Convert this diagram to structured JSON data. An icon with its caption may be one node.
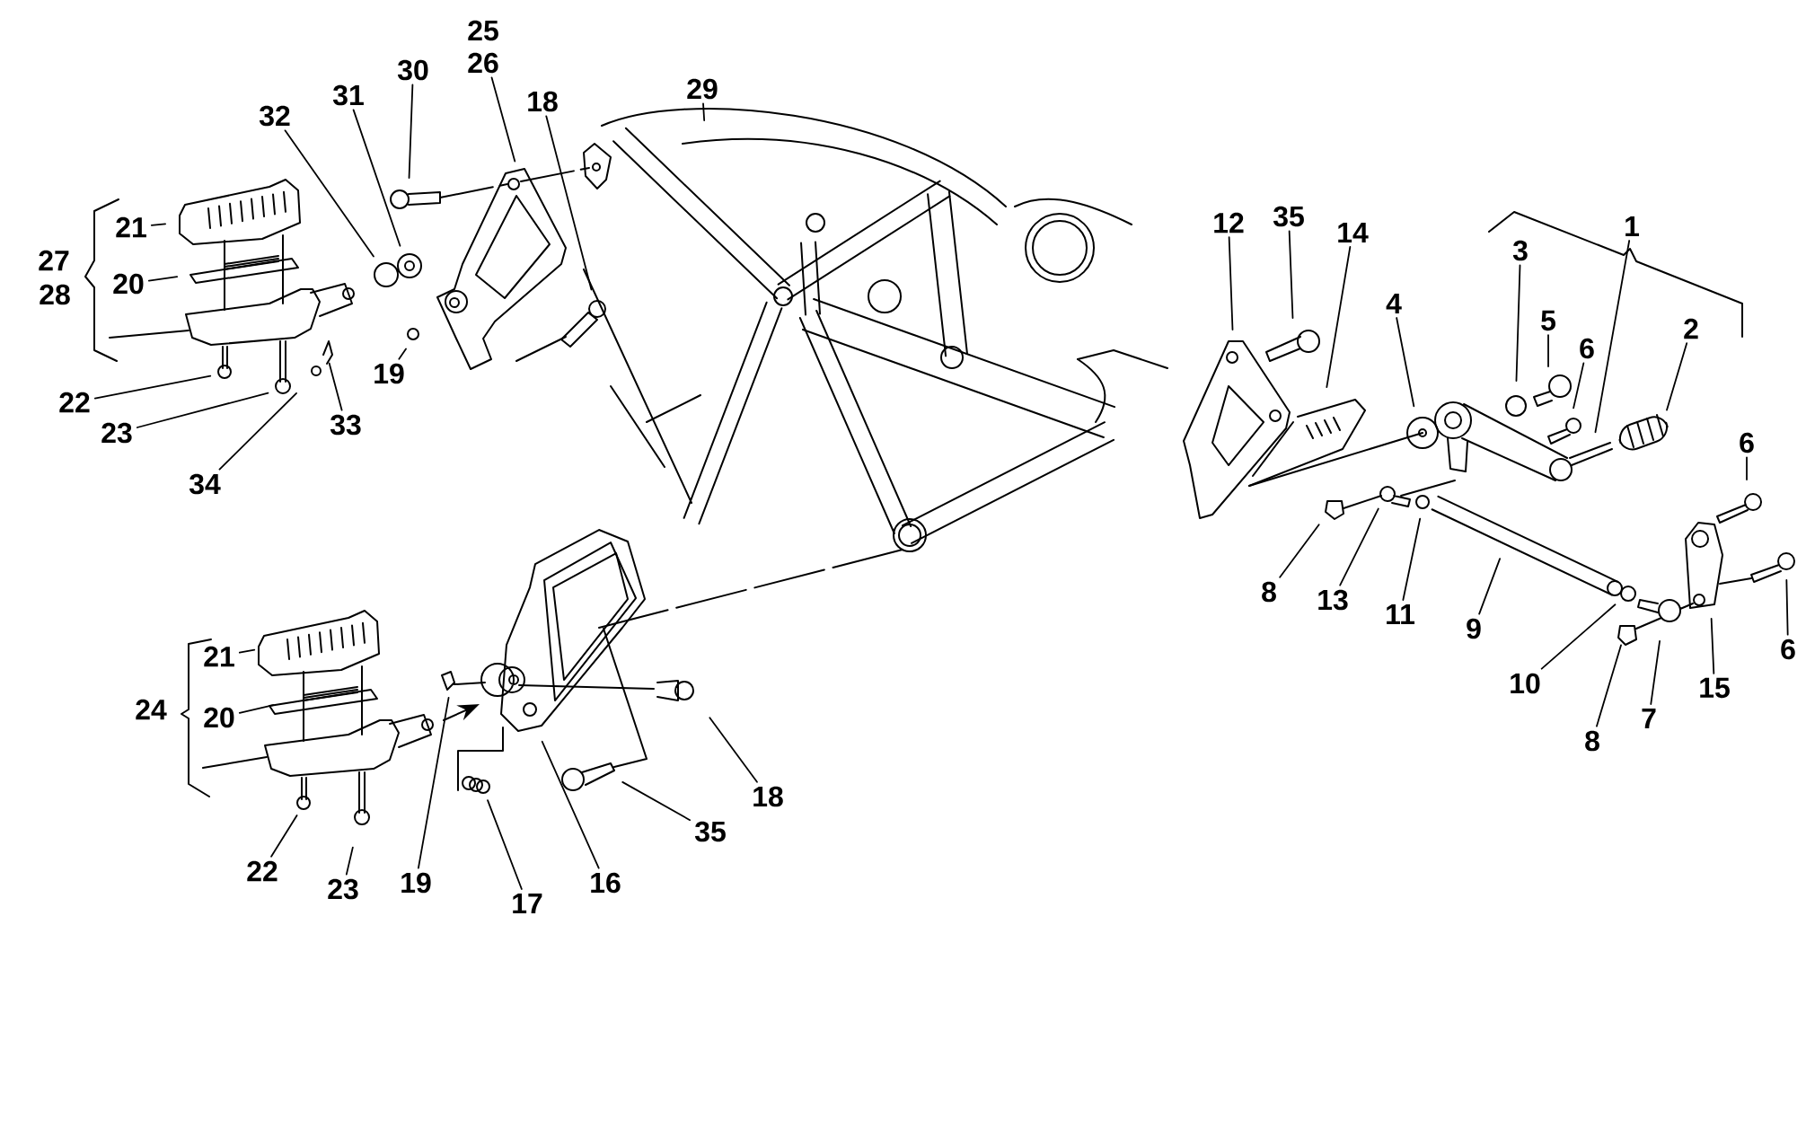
{
  "diagram": {
    "nodes": [
      {
        "text": [
          "25",
          "26"
        ]
      },
      {
        "text": [
          "30"
        ]
      },
      {
        "text": [
          "29"
        ]
      },
      {
        "text": [
          "31"
        ]
      },
      {
        "text": [
          "18"
        ]
      },
      {
        "text": [
          "32"
        ]
      },
      {
        "text": [
          "35"
        ]
      },
      {
        "text": [
          "12"
        ]
      },
      {
        "text": [
          "1"
        ]
      },
      {
        "text": [
          "14"
        ]
      },
      {
        "text": [
          "21"
        ]
      },
      {
        "text": [
          "3"
        ]
      },
      {
        "text": [
          "20"
        ]
      },
      {
        "text": [
          "4"
        ]
      },
      {
        "text": [
          "5"
        ]
      },
      {
        "text": [
          "2"
        ]
      },
      {
        "text": [
          "6"
        ]
      },
      {
        "text": [
          "19"
        ]
      },
      {
        "text": [
          "22"
        ]
      },
      {
        "text": [
          "33"
        ]
      },
      {
        "text": [
          "23"
        ]
      },
      {
        "text": [
          "6"
        ]
      },
      {
        "text": [
          "34"
        ]
      },
      {
        "text": [
          "8"
        ]
      },
      {
        "text": [
          "13"
        ]
      },
      {
        "text": [
          "11"
        ]
      },
      {
        "text": [
          "9"
        ]
      },
      {
        "text": [
          "6"
        ]
      },
      {
        "text": [
          "21"
        ]
      },
      {
        "text": [
          "10"
        ]
      },
      {
        "text": [
          "15"
        ]
      },
      {
        "text": [
          "7"
        ]
      },
      {
        "text": [
          "20"
        ]
      },
      {
        "text": [
          "8"
        ]
      },
      {
        "text": [
          "18"
        ]
      },
      {
        "text": [
          "35"
        ]
      },
      {
        "text": [
          "22"
        ]
      },
      {
        "text": [
          "19"
        ]
      },
      {
        "text": [
          "16"
        ]
      },
      {
        "text": [
          "23"
        ]
      },
      {
        "text": [
          "17"
        ]
      }
    ],
    "edges": [
      {
        "from": 0,
        "to": null,
        "arrow": "none"
      },
      {
        "from": 1,
        "to": null,
        "arrow": "none"
      },
      {
        "from": 2,
        "to": null,
        "arrow": "none"
      },
      {
        "from": 3,
        "to": null,
        "arrow": "none"
      },
      {
        "from": 4,
        "to": null,
        "arrow": "none"
      },
      {
        "from": 5,
        "to": null,
        "arrow": "none"
      },
      {
        "from": 6,
        "to": null,
        "arrow": "none"
      },
      {
        "from": 7,
        "to": null,
        "arrow": "none"
      },
      {
        "from": 8,
        "to": null,
        "arrow": "none"
      },
      {
        "from": 9,
        "to": null,
        "arrow": "none"
      },
      {
        "from": 10,
        "to": null,
        "arrow": "none"
      },
      {
        "from": 11,
        "to": null,
        "arrow": "none"
      },
      {
        "from": 12,
        "to": null,
        "arrow": "none"
      },
      {
        "from": 13,
        "to": null,
        "arrow": "none"
      },
      {
        "from": 14,
        "to": null,
        "arrow": "none"
      },
      {
        "from": 15,
        "to": null,
        "arrow": "none"
      },
      {
        "from": 16,
        "to": null,
        "arrow": "none"
      },
      {
        "from": 17,
        "to": null,
        "arrow": "none"
      },
      {
        "from": 18,
        "to": null,
        "arrow": "none"
      },
      {
        "from": 19,
        "to": null,
        "arrow": "none"
      },
      {
        "from": 20,
        "to": null,
        "arrow": "none"
      },
      {
        "from": 21,
        "to": null,
        "arrow": "none"
      },
      {
        "from": 22,
        "to": null,
        "arrow": "none"
      },
      {
        "from": 23,
        "to": null,
        "arrow": "none"
      },
      {
        "from": 24,
        "to": null,
        "arrow": "none"
      },
      {
        "from": 25,
        "to": null,
        "arrow": "none"
      },
      {
        "from": 26,
        "to": null,
        "arrow": "none"
      },
      {
        "from": 27,
        "to": null,
        "arrow": "none"
      },
      {
        "from": 28,
        "to": null,
        "arrow": "none"
      },
      {
        "from": 29,
        "to": null,
        "arrow": "none"
      },
      {
        "from": 30,
        "to": null,
        "arrow": "none"
      },
      {
        "from": 31,
        "to": null,
        "arrow": "none"
      },
      {
        "from": 32,
        "to": null,
        "arrow": "none"
      },
      {
        "from": 33,
        "to": null,
        "arrow": "none"
      },
      {
        "from": 34,
        "to": null,
        "arrow": "none"
      },
      {
        "from": 35,
        "to": null,
        "arrow": "none"
      },
      {
        "from": 36,
        "to": null,
        "arrow": "none"
      },
      {
        "from": 37,
        "to": null,
        "arrow": "none"
      },
      {
        "from": 38,
        "to": null,
        "arrow": "none"
      },
      {
        "from": 39,
        "to": null,
        "arrow": "none"
      },
      {
        "from": 40,
        "to": null,
        "arrow": "none"
      }
    ],
    "labels": [
      "27",
      "28",
      "24"
    ]
  }
}
